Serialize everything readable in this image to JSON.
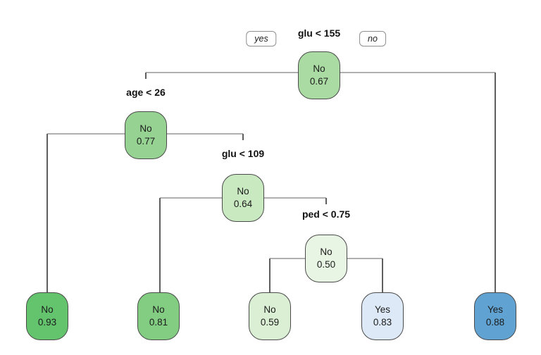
{
  "diagram": {
    "type": "decision-tree",
    "edge_answer_labels": {
      "yes": "yes",
      "no": "no"
    },
    "nodes": [
      {
        "id": "root",
        "split_label": "glu < 155",
        "class_label": "No",
        "probability": "0.67",
        "color": "#a9dba3",
        "yes_child": "age26",
        "no_child": "leaf-yes-088"
      },
      {
        "id": "age26",
        "split_label": "age < 26",
        "class_label": "No",
        "probability": "0.77",
        "color": "#96d392",
        "yes_child": "leaf-no-093",
        "no_child": "glu109"
      },
      {
        "id": "glu109",
        "split_label": "glu < 109",
        "class_label": "No",
        "probability": "0.64",
        "color": "#c9e9c1",
        "yes_child": "leaf-no-081",
        "no_child": "ped075"
      },
      {
        "id": "ped075",
        "split_label": "ped < 0.75",
        "class_label": "No",
        "probability": "0.50",
        "color": "#e9f5e4",
        "yes_child": "leaf-no-059",
        "no_child": "leaf-yes-083"
      },
      {
        "id": "leaf-no-093",
        "class_label": "No",
        "probability": "0.93",
        "color": "#64c46e"
      },
      {
        "id": "leaf-no-081",
        "class_label": "No",
        "probability": "0.81",
        "color": "#82cd81"
      },
      {
        "id": "leaf-no-059",
        "class_label": "No",
        "probability": "0.59",
        "color": "#daefd3"
      },
      {
        "id": "leaf-yes-083",
        "class_label": "Yes",
        "probability": "0.83",
        "color": "#dde9f6"
      },
      {
        "id": "leaf-yes-088",
        "class_label": "Yes",
        "probability": "0.88",
        "color": "#60a3d2"
      }
    ]
  }
}
